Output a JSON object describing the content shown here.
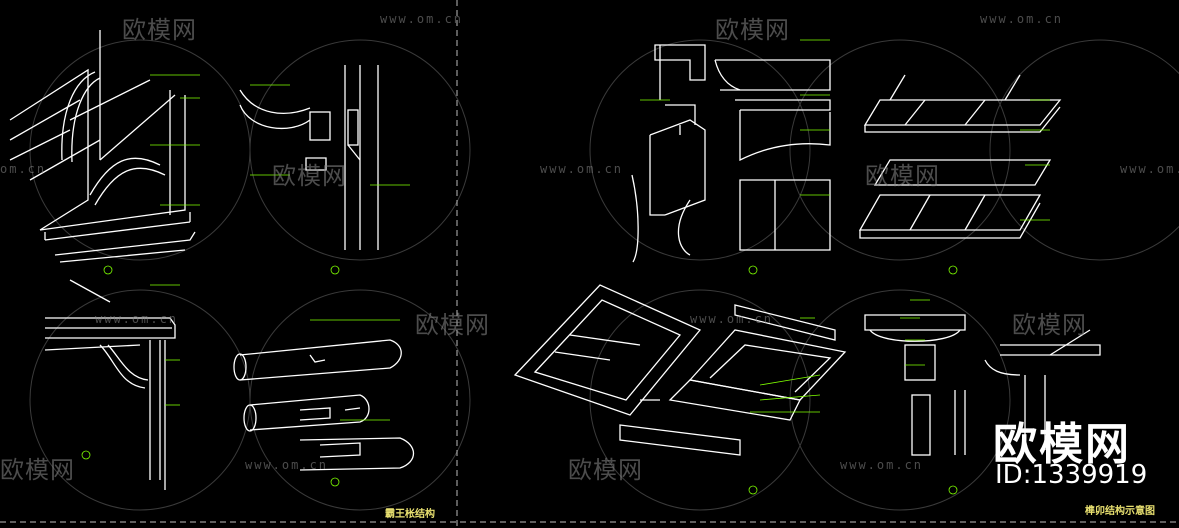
{
  "watermark": {
    "brand": "欧模网",
    "url": "www.om.cn",
    "url_short": "om.cn"
  },
  "brand_overlay": {
    "name": "欧模网",
    "id": "ID:1339919"
  },
  "titles": {
    "left": "霸王枨结构",
    "right": "榫卯结构示意图"
  },
  "colors": {
    "background": "#000000",
    "lines": "#ffffff",
    "labels": "#7fff00",
    "titles": "#e8e070",
    "watermark": "#8a8a8a"
  }
}
